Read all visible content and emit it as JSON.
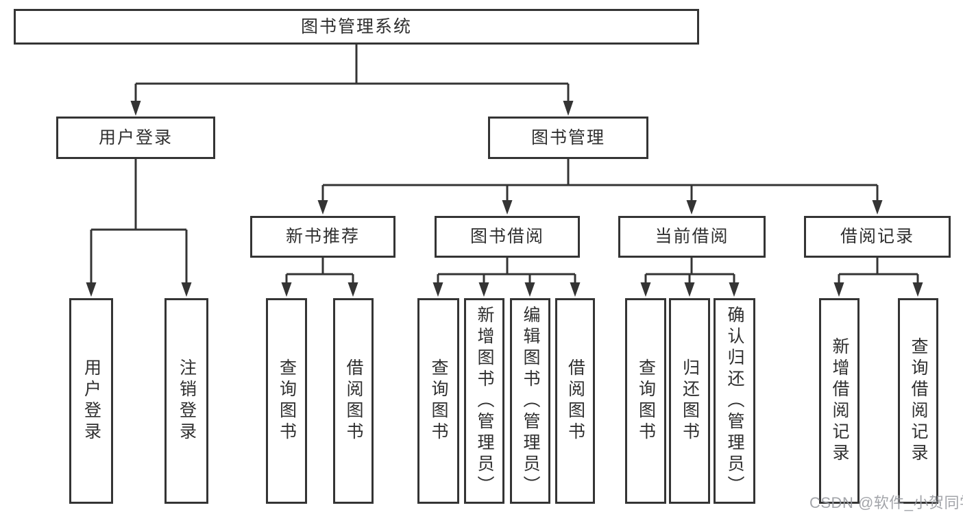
{
  "diagram_title": "图书管理系统",
  "tree": {
    "label": "图书管理系统",
    "children": [
      {
        "label": "用户登录",
        "children": [
          {
            "label": "用户登录"
          },
          {
            "label": "注销登录"
          }
        ]
      },
      {
        "label": "图书管理",
        "children": [
          {
            "label": "新书推荐",
            "children": [
              {
                "label": "查询图书"
              },
              {
                "label": "借阅图书"
              }
            ]
          },
          {
            "label": "图书借阅",
            "children": [
              {
                "label": "查询图书"
              },
              {
                "label": "新增图书（管理员）"
              },
              {
                "label": "编辑图书（管理员）"
              },
              {
                "label": "借阅图书"
              }
            ]
          },
          {
            "label": "当前借阅",
            "children": [
              {
                "label": "查询图书"
              },
              {
                "label": "归还图书"
              },
              {
                "label": "确认归还（管理员）"
              }
            ]
          },
          {
            "label": "借阅记录",
            "children": [
              {
                "label": "新增借阅记录"
              },
              {
                "label": "查询借阅记录"
              }
            ]
          }
        ]
      }
    ]
  },
  "watermark": "CSDN @软件_小贺同学",
  "colors": {
    "line": "#343434",
    "text": "#2f2f2f",
    "background": "#ffffff",
    "watermark": "#989aa0"
  }
}
